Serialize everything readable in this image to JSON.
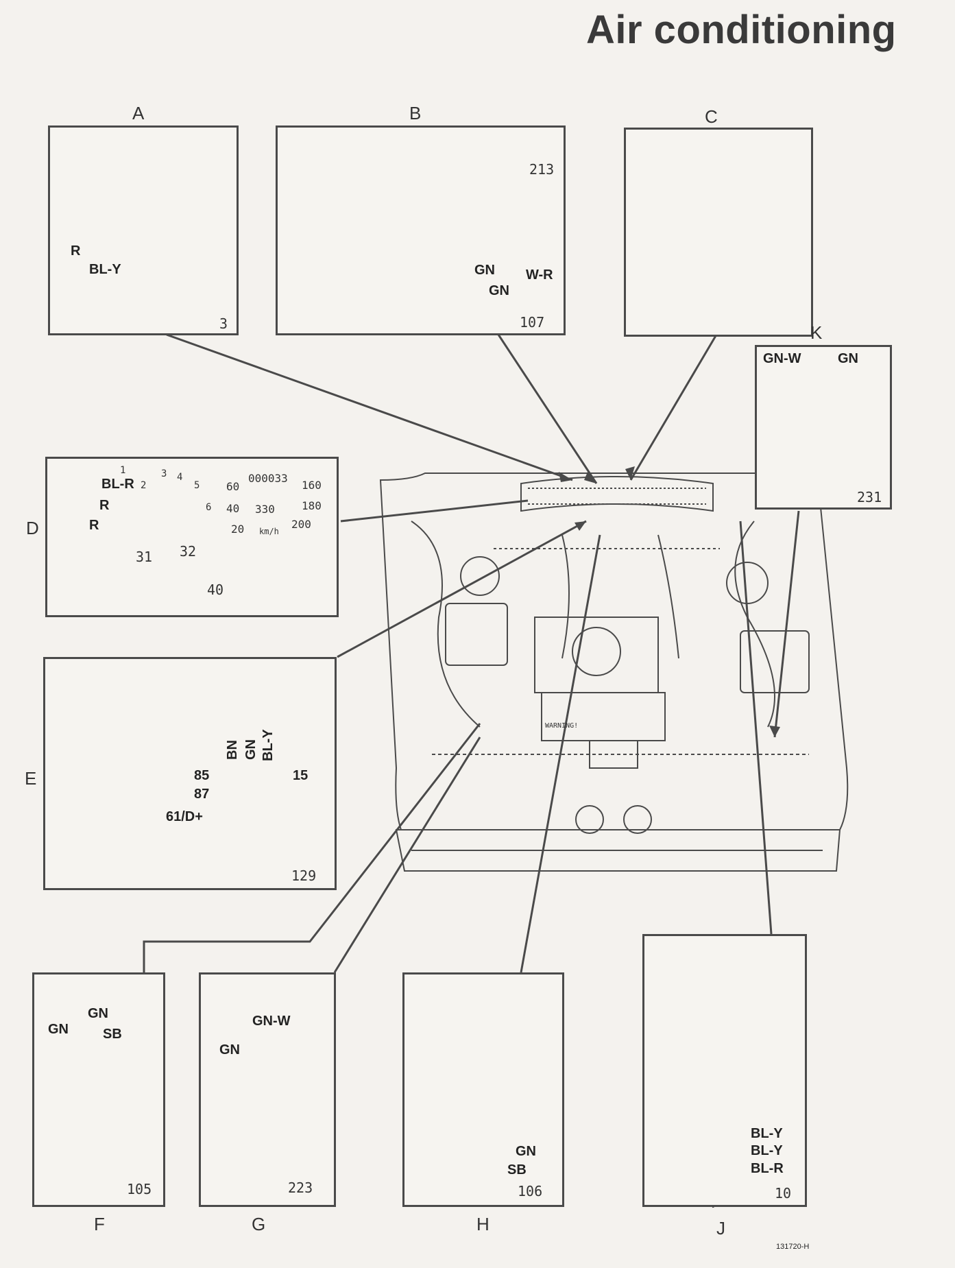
{
  "title": "Air conditioning",
  "figure_code": "131720-H",
  "panels": {
    "A": {
      "letter": "A",
      "number": "3",
      "wires": [
        "R",
        "BL-Y"
      ]
    },
    "B": {
      "letter": "B",
      "number": "107",
      "component_ref": "213",
      "wires": [
        "GN",
        "GN",
        "W-R"
      ]
    },
    "C": {
      "letter": "C"
    },
    "D": {
      "letter": "D",
      "number": "40",
      "wires": [
        "BL-R",
        "R",
        "R"
      ],
      "refs": [
        "31",
        "32"
      ],
      "odometer": "000033",
      "trip": "330",
      "speed_unit": "km/h",
      "speed_ticks": [
        "60",
        "40",
        "20",
        "160",
        "180",
        "200"
      ],
      "rpm_ticks": [
        "1",
        "2",
        "3",
        "4",
        "5",
        "6"
      ]
    },
    "E": {
      "letter": "E",
      "number": "129",
      "wires": [
        "BN",
        "GN",
        "BL-Y"
      ],
      "terminals": [
        "85",
        "87",
        "61/D+",
        "15"
      ]
    },
    "F": {
      "letter": "F",
      "number": "105",
      "wires": [
        "GN",
        "GN",
        "SB"
      ]
    },
    "G": {
      "letter": "G",
      "number": "223",
      "wires": [
        "GN-W",
        "GN"
      ]
    },
    "H": {
      "letter": "H",
      "number": "106",
      "wires": [
        "GN",
        "SB"
      ]
    },
    "J": {
      "letter": "J",
      "number": "10",
      "wires": [
        "BL-Y",
        "BL-Y",
        "BL-R"
      ]
    },
    "K": {
      "letter": "K",
      "number": "231",
      "wires": [
        "GN-W",
        "GN"
      ]
    }
  },
  "engine": {
    "warning_label": "WARNING!"
  },
  "colors": {
    "ink": "#3a3a3a",
    "paper": "#f4f2ee",
    "frame": "#4a4a4a"
  }
}
